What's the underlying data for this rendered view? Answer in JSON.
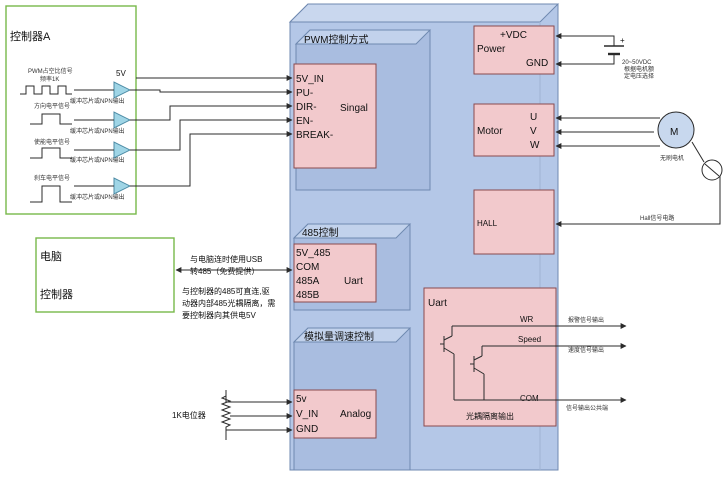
{
  "controller_a": {
    "title": "控制器A",
    "pwm_signal": "PWM占空比信号",
    "pwm_freq": "频率1K",
    "supply": "5V",
    "dir_signal": "方向电平信号",
    "enable_signal": "使能电平信号",
    "brake_signal": "刹车电平信号",
    "buffer_note_1": "缓冲芯片或NPN输出",
    "buffer_note_2": "缓冲芯片或NPN输出",
    "buffer_note_3": "缓冲芯片或NPN输出",
    "buffer_note_4": "缓冲芯片或NPN输出"
  },
  "pwm_block": {
    "title": "PWM控制方式",
    "pins": [
      "5V_IN",
      "PU-",
      "DIR-",
      "EN-",
      "BREAK-"
    ],
    "side_label": "Singal"
  },
  "rs485_block": {
    "title": "485控制",
    "pins": [
      "5V_485",
      "COM",
      "485A",
      "485B"
    ],
    "side_label": "Uart"
  },
  "analog_block": {
    "title": "模拟量调速控制",
    "pins": [
      "5v",
      "V_IN",
      "GND"
    ],
    "side_label": "Analog"
  },
  "power_block": {
    "vdc": "+VDC",
    "name": "Power",
    "gnd": "GND"
  },
  "battery": {
    "plus": "+",
    "note_1": "20~50VDC",
    "note_2": "根据电机额",
    "note_3": "定电压选择"
  },
  "motor_block": {
    "name": "Motor",
    "phases": [
      "U",
      "V",
      "W"
    ]
  },
  "motor": {
    "symbol": "M",
    "label": "无刷电机"
  },
  "hall_block": {
    "name": "HALL",
    "signal_label": "Hall信号电路"
  },
  "uart_block": {
    "title": "Uart",
    "outputs": [
      "WR",
      "Speed",
      "COM"
    ],
    "footer": "光耦隔离输出"
  },
  "output_labels": [
    "报警信号输出",
    "速度信号输出",
    "信号输出公共端"
  ],
  "pc_box": {
    "line1": "电脑",
    "line2": "控制器"
  },
  "notes": {
    "usb_1": "与电脑连时使用USB",
    "usb_2": "转485（免费提供）",
    "ctrl_1": "与控制器的485可直连,驱",
    "ctrl_2": "动器内部485光耦隔离，需",
    "ctrl_3": "要控制器向其供电5V"
  },
  "potentiometer": "1K电位器",
  "colors": {
    "panel_fill": "#b4c7e7",
    "panel_stroke": "#6f89b0",
    "block_fill": "#f2c9cc",
    "block_stroke": "#8a4a4e",
    "controller_stroke": "#77b84a",
    "buffer_fill": "#9fd5e6",
    "line": "#2b2b2b"
  }
}
